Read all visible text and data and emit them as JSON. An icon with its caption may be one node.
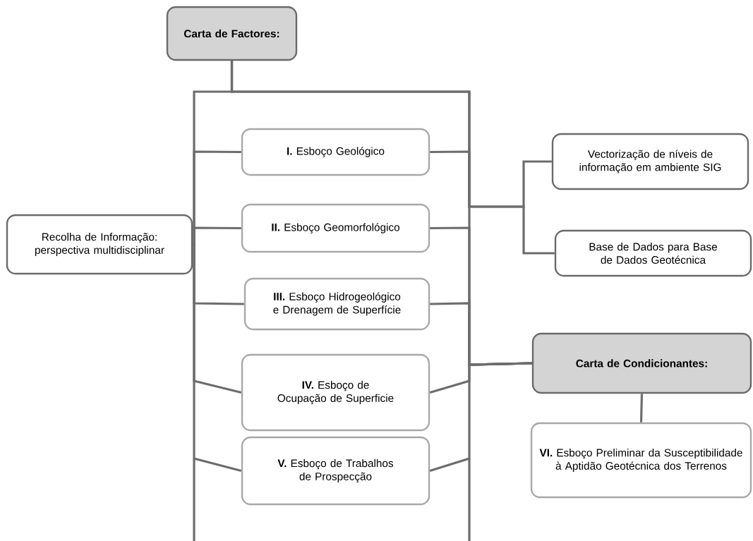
{
  "diagram": {
    "nodes": [
      {
        "text": [
          "Carta de Factores:"
        ]
      },
      {
        "text": [
          "Recolha de Informação: perspectiva multidisciplinar"
        ]
      },
      {
        "text": [
          "**I.** Esboço Geológico"
        ]
      },
      {
        "text": [
          "**II.** Esboço Geomorfológico"
        ]
      },
      {
        "text": [
          "**III.** Esboço Hidrogeológico e Drenagem de Superfície"
        ]
      },
      {
        "text": [
          "**IV.** Esboço de Ocupação de Superficie"
        ]
      },
      {
        "text": [
          "**V.** Esboço de Trabalhos de Prospecção"
        ]
      },
      {
        "text": [
          "Vectorização de níveis de informação em ambiente SIG"
        ]
      },
      {
        "text": [
          "Base de Dados para Base de Dados Geotécnica"
        ]
      },
      {
        "text": [
          "Carta de Condicionantes:"
        ]
      },
      {
        "text": [
          "**VI.** Esboço Preliminar da Susceptibilidade à Aptidão Geotécnica dos Terrenos"
        ]
      }
    ],
    "edges": [
      {
        "from": 0,
        "to": 1,
        "arrow": "none"
      },
      {
        "from": 1,
        "to": 2,
        "arrow": "none"
      },
      {
        "from": 1,
        "to": 3,
        "arrow": "none"
      },
      {
        "from": 1,
        "to": 4,
        "arrow": "none"
      },
      {
        "from": 1,
        "to": 5,
        "arrow": "none"
      },
      {
        "from": 1,
        "to": 6,
        "arrow": "none"
      },
      {
        "from": 2,
        "to": 9,
        "arrow": "none"
      },
      {
        "from": 3,
        "to": 9,
        "arrow": "none"
      },
      {
        "from": 4,
        "to": 9,
        "arrow": "none"
      },
      {
        "from": 5,
        "to": 9,
        "arrow": "none"
      },
      {
        "from": 6,
        "to": 9,
        "arrow": "none"
      },
      {
        "from": 0,
        "to": 7,
        "arrow": "none"
      },
      {
        "from": 0,
        "to": 8,
        "arrow": "none"
      },
      {
        "from": 9,
        "to": 10,
        "arrow": "none"
      }
    ]
  }
}
